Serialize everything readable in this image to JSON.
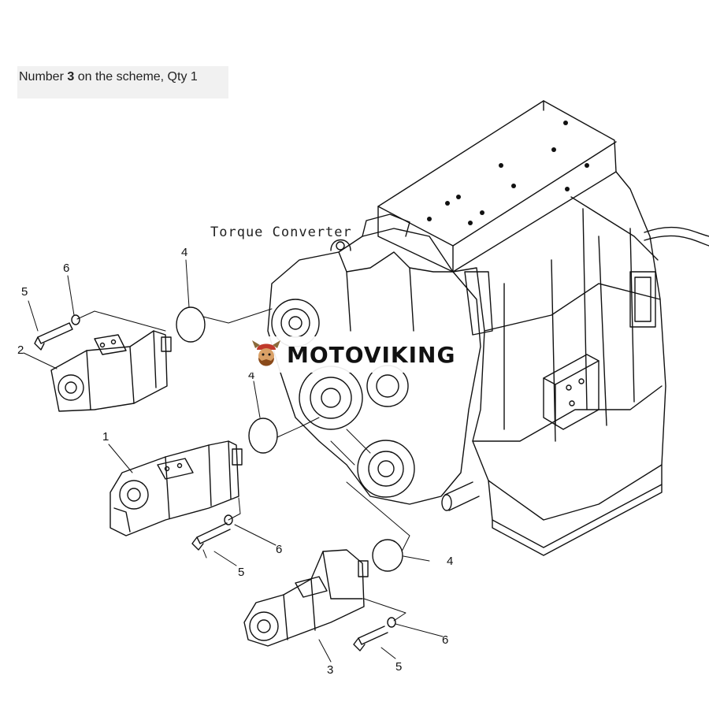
{
  "caption": {
    "prefix": "Number ",
    "number": "3",
    "suffix": " on the scheme, Qty 1"
  },
  "diagram": {
    "annotation": "Torque Converter",
    "callouts": {
      "c1": "1",
      "c2": "2",
      "c3": "3",
      "c4a": "4",
      "c4b": "4",
      "c4c": "4",
      "c5a": "5",
      "c5b": "5",
      "c5c": "5",
      "c6a": "6",
      "c6b": "6",
      "c6c": "6"
    }
  },
  "watermark": {
    "text": "MOTOVIKING",
    "accent": "#c0392b"
  },
  "colors": {
    "line": "#111111",
    "paper": "#ffffff",
    "caption_bg": "#f1f1f1"
  }
}
